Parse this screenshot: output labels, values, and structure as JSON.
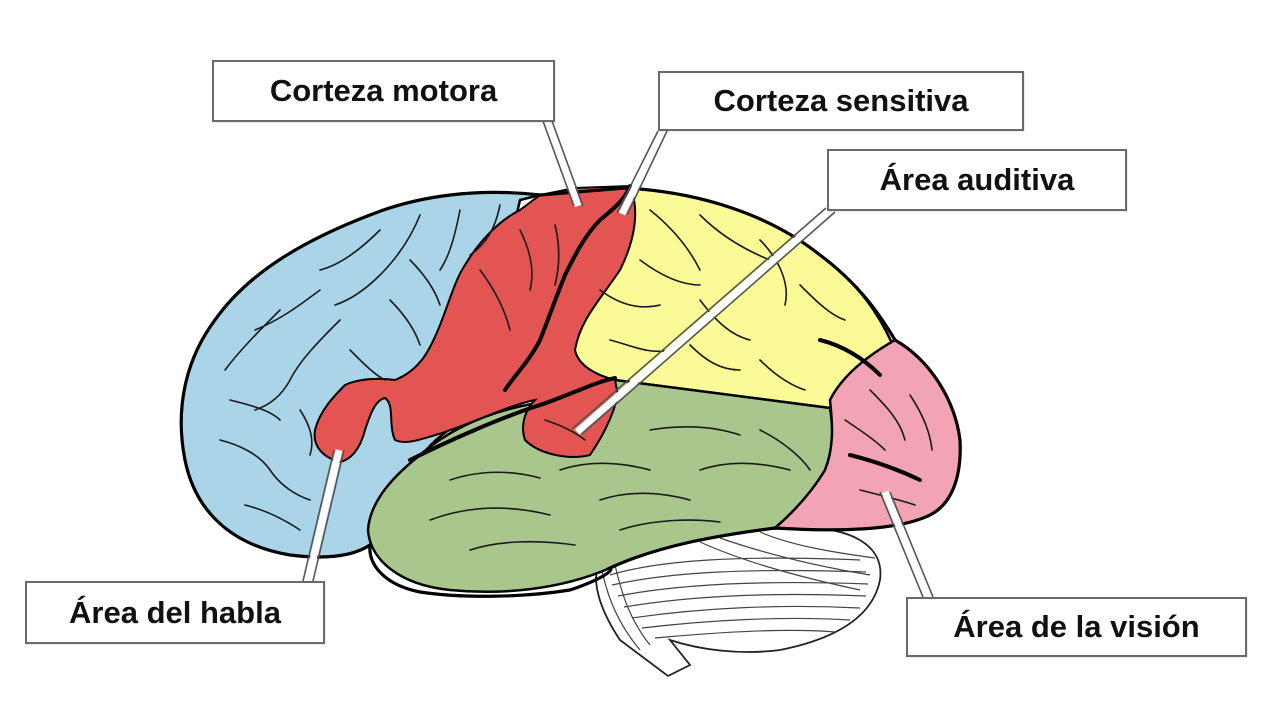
{
  "diagram": {
    "labels": {
      "motor_cortex": "Corteza motora",
      "sensory_cortex": "Corteza sensitiva",
      "auditory_area": "Área auditiva",
      "speech_area": "Área del habla",
      "vision_area": "Área de la visión"
    },
    "colors": {
      "frontal_lobe": "#aad4e8",
      "motor_and_speech": "#e25552",
      "parietal_lobe": "#fafa96",
      "temporal_lobe": "#a9c78d",
      "occipital_lobe": "#f2a4b4",
      "cerebellum": "#ffffff",
      "outline": "#000000",
      "label_border": "#6a6a6a"
    }
  }
}
